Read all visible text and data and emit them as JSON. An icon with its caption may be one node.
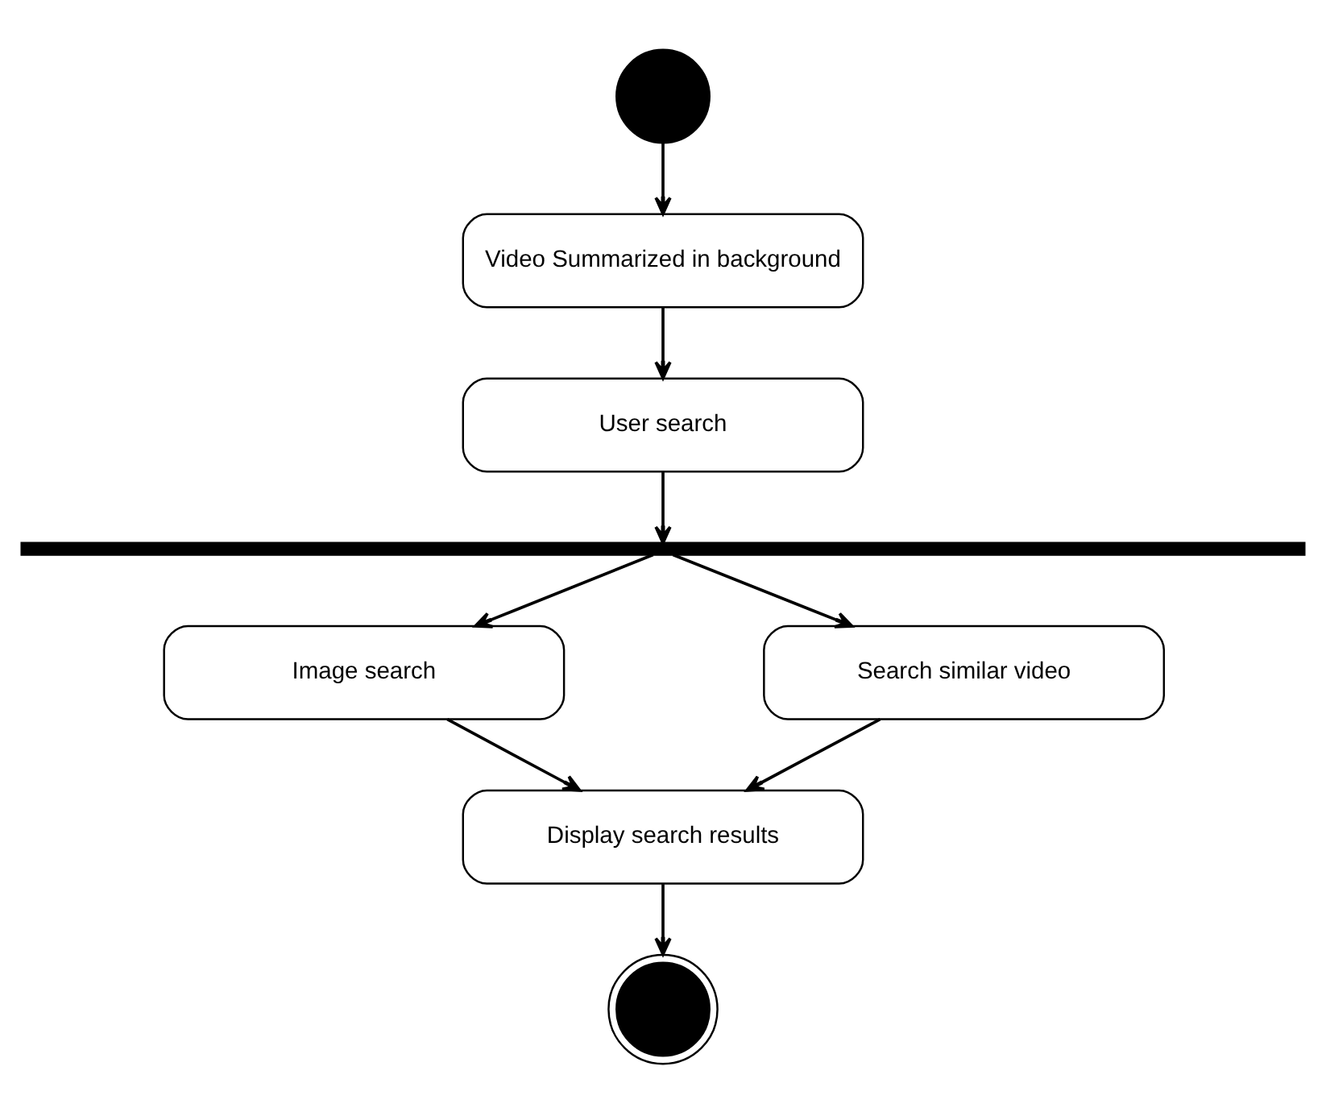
{
  "diagram": {
    "nodes": [
      {
        "text": [],
        "shape": "circle"
      },
      {
        "text": [
          "Video Summarized in background"
        ]
      },
      {
        "text": [
          "User search"
        ]
      },
      {
        "text": [],
        "shape": "bar"
      },
      {
        "text": [
          "Image search"
        ]
      },
      {
        "text": [
          "Search similar video"
        ]
      },
      {
        "text": [
          "Display search results"
        ]
      },
      {
        "text": [],
        "shape": "bullseye"
      }
    ],
    "edges": [
      {
        "from": 0,
        "to": 1,
        "arrow": "to"
      },
      {
        "from": 1,
        "to": 2,
        "arrow": "to"
      },
      {
        "from": 2,
        "to": 3,
        "arrow": "to"
      },
      {
        "from": 3,
        "to": 4,
        "arrow": "to"
      },
      {
        "from": 3,
        "to": 5,
        "arrow": "to"
      },
      {
        "from": 4,
        "to": 6,
        "arrow": "to"
      },
      {
        "from": 5,
        "to": 6,
        "arrow": "to"
      },
      {
        "from": 6,
        "to": 7,
        "arrow": "to"
      }
    ]
  }
}
